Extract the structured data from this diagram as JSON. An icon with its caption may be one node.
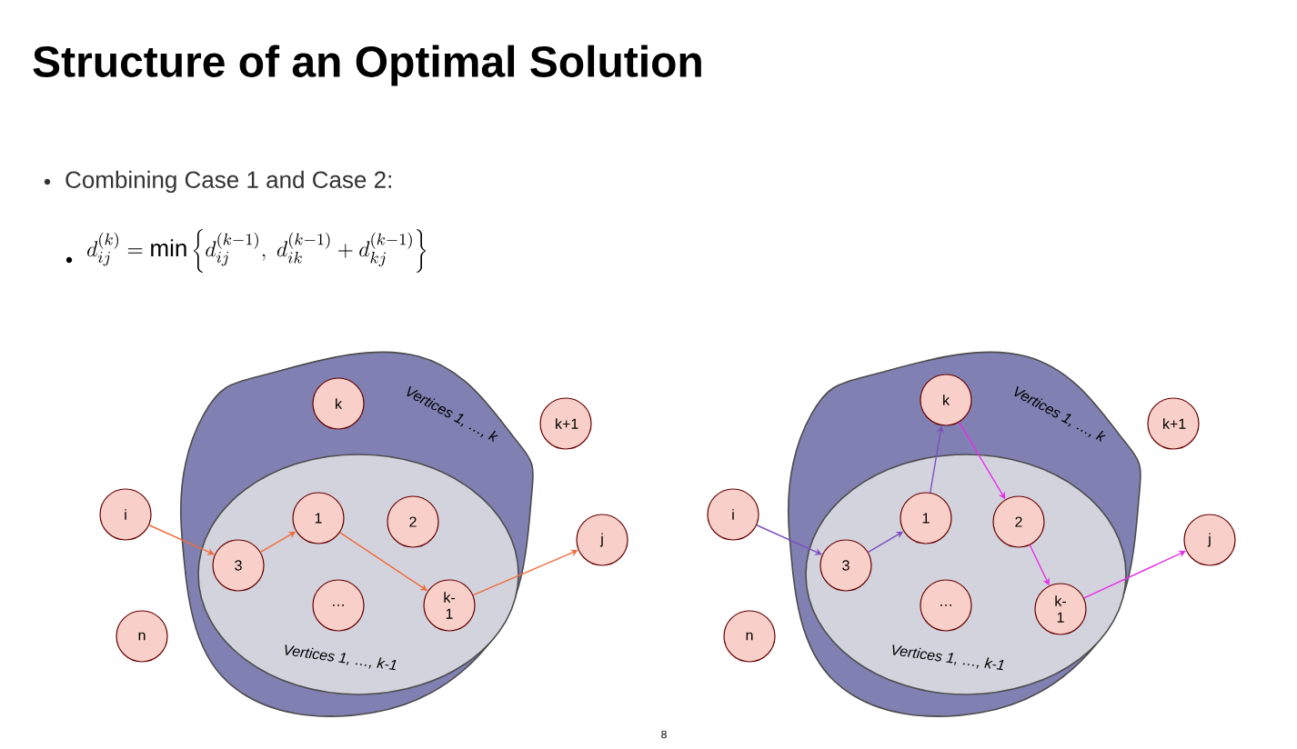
{
  "diagram": {
    "title": "Structure of an Optimal Solution",
    "nodes": [
      {
        "text": [
          "Vertices 1, …, k"
        ]
      },
      {
        "text": [
          "Vertices 1, …, k-1"
        ],
        "in": 0
      },
      {
        "text": [
          "k"
        ],
        "in": 0
      },
      {
        "text": [
          "k+1"
        ]
      },
      {
        "text": [
          "i"
        ]
      },
      {
        "text": [
          "3"
        ],
        "in": 1
      },
      {
        "text": [
          "1"
        ],
        "in": 1
      },
      {
        "text": [
          "2"
        ],
        "in": 1
      },
      {
        "text": [
          "…"
        ],
        "in": 1
      },
      {
        "text": [
          "k- 1"
        ],
        "in": 1
      },
      {
        "text": [
          "j"
        ]
      },
      {
        "text": [
          "n"
        ]
      },
      {
        "text": [
          "Vertices 1, …, k"
        ]
      },
      {
        "text": [
          "Vertices 1, …, k-1"
        ],
        "in": 12
      },
      {
        "text": [
          "k"
        ],
        "in": 12
      },
      {
        "text": [
          "k+1"
        ]
      },
      {
        "text": [
          "i"
        ]
      },
      {
        "text": [
          "3"
        ],
        "in": 13
      },
      {
        "text": [
          "1"
        ],
        "in": 13
      },
      {
        "text": [
          "2"
        ],
        "in": 13
      },
      {
        "text": [
          "…"
        ],
        "in": 13
      },
      {
        "text": [
          "k- 1"
        ],
        "in": 13
      },
      {
        "text": [
          "j"
        ]
      },
      {
        "text": [
          "n"
        ]
      }
    ],
    "edges": [
      {
        "from": 4,
        "to": 5,
        "arrow": "to",
        "color": "#f26b3a"
      },
      {
        "from": 5,
        "to": 6,
        "arrow": "to",
        "color": "#f26b3a"
      },
      {
        "from": 6,
        "to": 9,
        "arrow": "to",
        "color": "#f26b3a"
      },
      {
        "from": 9,
        "to": 10,
        "arrow": "to",
        "color": "#f26b3a"
      },
      {
        "from": 16,
        "to": 17,
        "arrow": "to",
        "color": "#7b4fbf"
      },
      {
        "from": 17,
        "to": 18,
        "arrow": "to",
        "color": "#7b4fbf"
      },
      {
        "from": 18,
        "to": 14,
        "arrow": "to",
        "color": "#7b4fbf"
      },
      {
        "from": 14,
        "to": 19,
        "arrow": "to",
        "color": "#e62ee6"
      },
      {
        "from": 19,
        "to": 21,
        "arrow": "to",
        "color": "#e62ee6"
      },
      {
        "from": 21,
        "to": 22,
        "arrow": "to",
        "color": "#e62ee6"
      }
    ],
    "labels": [
      "Combining Case 1 and Case 2:",
      "d_{ij}^{(k)} = \\min\\left\\{ d_{ij}^{(k-1)},\\; d_{ik}^{(k-1)} + d_{kj}^{(k-1)} \\right\\}",
      "8"
    ]
  }
}
